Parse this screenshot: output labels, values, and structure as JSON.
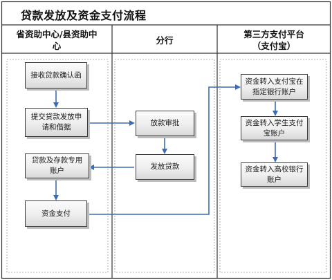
{
  "title": "贷款发放及资金支付流程",
  "lanes": [
    {
      "header": "省资助中心/县资助中\n心"
    },
    {
      "header": "分行"
    },
    {
      "header": "第三方支付平台\n（支付宝）"
    }
  ],
  "nodes": {
    "receive_confirmation": "接收贷款确认函",
    "submit_application": "提交贷款发放申请和借据",
    "disburse_review": "放款审批",
    "disburse_loan": "发放贷款",
    "deposit_account": "贷款及存款专用账户",
    "fund_payment": "资金支付",
    "transfer_to_alipay": "资金转入支付宝在指定银行账户",
    "transfer_to_student": "资金转入学生支付宝账户",
    "transfer_to_university": "资金转入高校银行账户"
  },
  "colors": {
    "frame": "#333333",
    "arrow": "#3e6bb0",
    "box_border": "#3a3a3a",
    "box_shadow": "#bdbdbd"
  }
}
